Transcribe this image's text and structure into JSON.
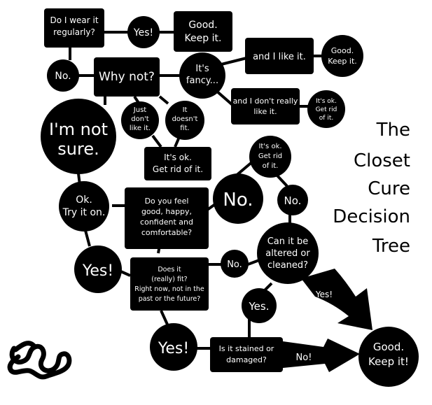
{
  "title": [
    "The",
    "Closet",
    "Cure",
    "Decision",
    "Tree"
  ],
  "nodes": {
    "wear_regularly": [
      "Do I wear it",
      "regularly?"
    ],
    "yes_1": [
      "Yes!"
    ],
    "good_keep_1": [
      "Good.",
      "Keep it."
    ],
    "no_1": [
      "No."
    ],
    "why_not": [
      "Why not?"
    ],
    "its_fancy": [
      "It's",
      "fancy..."
    ],
    "and_i_like_it": [
      "and I like it."
    ],
    "good_keep_2": [
      "Good.",
      "Keep it."
    ],
    "and_i_dont_like": [
      "and I don't really",
      "like it."
    ],
    "ok_get_rid_1": [
      "It's ok.",
      "Get rid",
      "of it."
    ],
    "not_sure": [
      "I'm not",
      "sure."
    ],
    "just_dont_like": [
      "Just",
      "don't",
      "like it."
    ],
    "doesnt_fit": [
      "It",
      "doesn't",
      "fit."
    ],
    "ok_get_rid_2": [
      "It's ok.",
      "Get rid of it."
    ],
    "ok_get_rid_3": [
      "It's ok.",
      "Get rid",
      "of it."
    ],
    "try_it_on": [
      "Ok.",
      "Try it on."
    ],
    "feel_good": [
      "Do you feel",
      "good, happy,",
      "confident and",
      "comfortable?"
    ],
    "no_big": [
      "No."
    ],
    "no_2": [
      "No."
    ],
    "yes_big": [
      "Yes!"
    ],
    "really_fit": [
      "Does it",
      "(really) fit?",
      "Right now, not in the",
      "past or the future?"
    ],
    "no_3": [
      "No."
    ],
    "altered": [
      "Can it be",
      "altered or",
      "cleaned?"
    ],
    "yes_arrow": [
      "Yes!"
    ],
    "yes_2": [
      "Yes."
    ],
    "yes_3": [
      "Yes!"
    ],
    "stained": [
      "Is it stained or",
      "damaged?"
    ],
    "no_arrow": [
      "No!"
    ],
    "good_keep_final": [
      "Good.",
      "Keep it!"
    ]
  },
  "colors": {
    "ink": "#000000",
    "paper": "#ffffff"
  },
  "logo_icon": "squiggle-logo-icon"
}
